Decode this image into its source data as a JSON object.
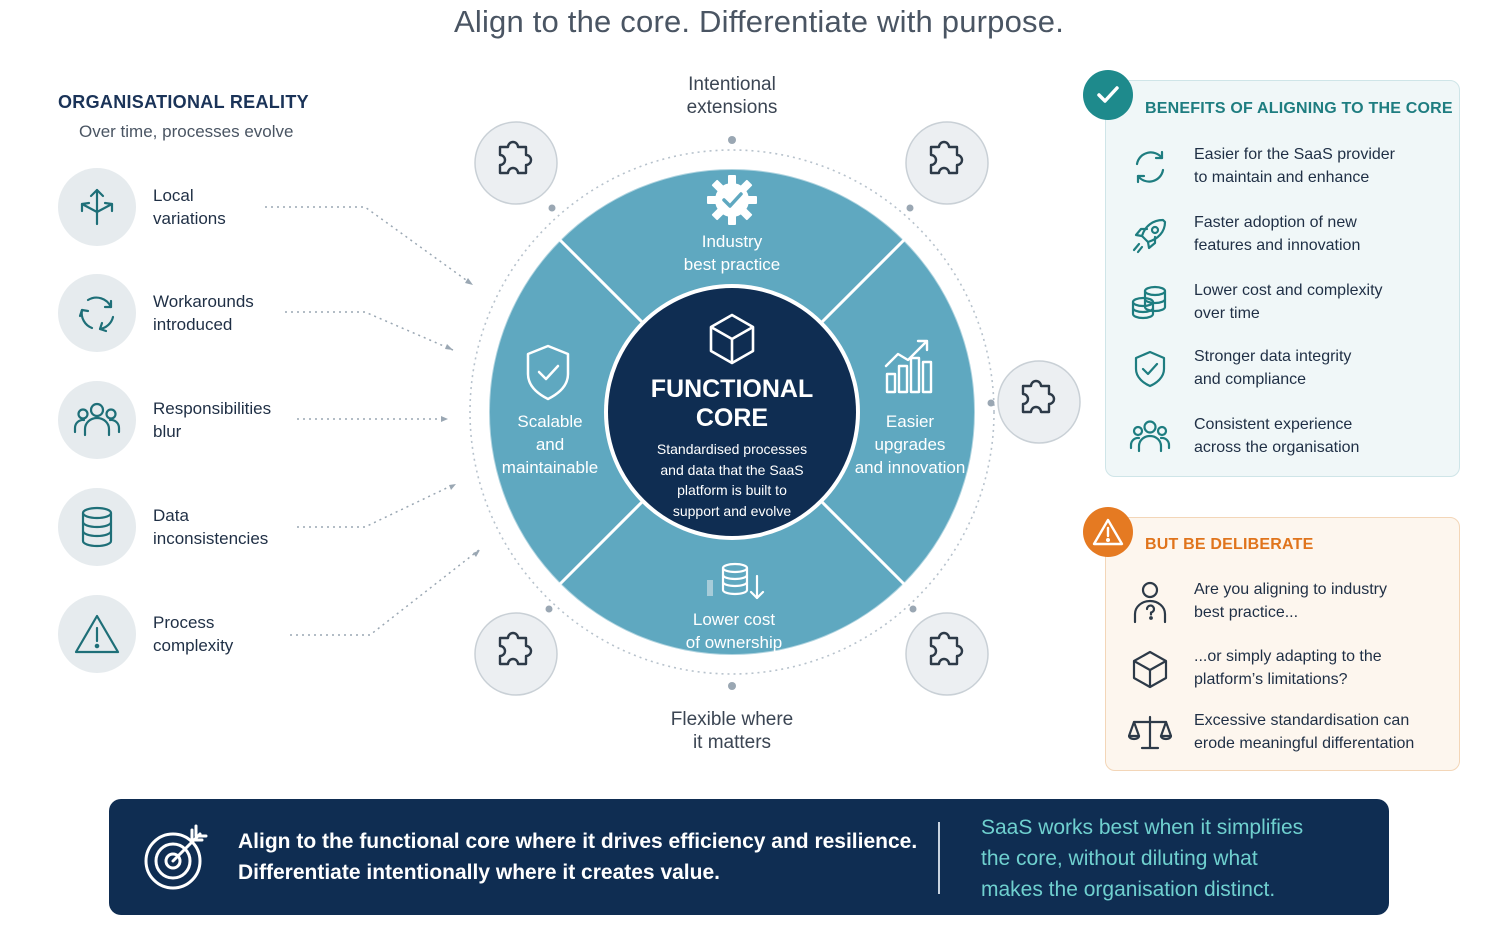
{
  "title": "Align to the core. Differentiate with purpose.",
  "left": {
    "heading": "ORGANISATIONAL REALITY",
    "subheading": "Over time, processes evolve",
    "items": [
      {
        "line1": "Local",
        "line2": "variations",
        "icon": "arrows-split-icon"
      },
      {
        "line1": "Workarounds",
        "line2": "introduced",
        "icon": "cycle-arrows-icon"
      },
      {
        "line1": "Responsibilities",
        "line2": "blur",
        "icon": "people-group-icon"
      },
      {
        "line1": "Data",
        "line2": "inconsistencies",
        "icon": "database-icon"
      },
      {
        "line1": "Process",
        "line2": "complexity",
        "icon": "warning-triangle-icon"
      }
    ]
  },
  "diagram": {
    "top_label": {
      "line1": "Intentional",
      "line2": "extensions"
    },
    "bottom_label": {
      "line1": "Flexible where",
      "line2": "it matters"
    },
    "segments": {
      "top": {
        "line1": "Industry",
        "line2": "best practice"
      },
      "left": {
        "line1": "Scalable",
        "line2": "and",
        "line3": "maintainable"
      },
      "right": {
        "line1": "Easier",
        "line2": "upgrades",
        "line3": "and innovation"
      },
      "bottom": {
        "line1": "Lower cost",
        "line2": "of ownership"
      }
    },
    "core": {
      "title1": "FUNCTIONAL",
      "title2": "CORE",
      "desc1": "Standardised processes",
      "desc2": "and data that the SaaS",
      "desc3": "platform is built to",
      "desc4": "support and evolve"
    }
  },
  "benefits": {
    "heading": "BENEFITS OF ALIGNING TO THE CORE",
    "items": [
      {
        "line1": "Easier for the SaaS provider",
        "line2": "to maintain and enhance",
        "icon": "refresh-icon"
      },
      {
        "line1": "Faster adoption of new",
        "line2": "features and innovation",
        "icon": "rocket-icon"
      },
      {
        "line1": "Lower cost and complexity",
        "line2": "over time",
        "icon": "coins-icon"
      },
      {
        "line1": "Stronger data integrity",
        "line2": "and compliance",
        "icon": "shield-check-icon"
      },
      {
        "line1": "Consistent experience",
        "line2": "across the organisation",
        "icon": "people-icon"
      }
    ]
  },
  "deliberate": {
    "heading": "BUT BE DELIBERATE",
    "items": [
      {
        "line1": "Are you aligning to industry",
        "line2": "best practice...",
        "icon": "person-question-icon"
      },
      {
        "line1": "...or simply adapting to the",
        "line2": "platform’s limitations?",
        "icon": "cube-icon"
      },
      {
        "line1": "Excessive standardisation can",
        "line2": "erode meaningful differentation",
        "icon": "scales-icon"
      }
    ]
  },
  "banner": {
    "main_line1": "Align to the functional core where it drives efficiency and resilience.",
    "main_line2": "Differentiate intentionally where it creates value.",
    "side_line1": "SaaS works best when it simplifies",
    "side_line2": "the core, without diluting what",
    "side_line3": "makes the organisation distinct."
  },
  "colors": {
    "navy": "#0f2d52",
    "teal_ring": "#5fa8c0",
    "teal_accent": "#1e8a8c",
    "orange_accent": "#e57a22",
    "banner_side_text": "#6fd0cf"
  }
}
